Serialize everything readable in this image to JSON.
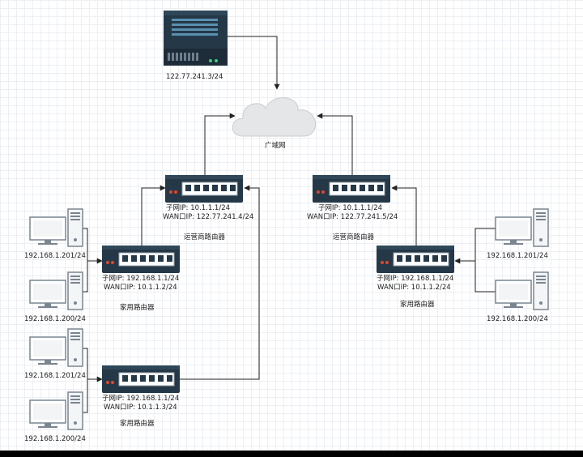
{
  "server": {
    "ip": "122.77.241.3/24"
  },
  "cloud": {
    "label": "广域网"
  },
  "isp_left": {
    "subnet": "子网IP:   10.1.1.1/24",
    "wan": "WAN口IP:  122.77.241.4/24",
    "name": "运营商路由器"
  },
  "isp_right": {
    "subnet": "子网IP:   10.1.1.1/24",
    "wan": "WAN口IP:  122.77.241.5/24",
    "name": "运营商路由器"
  },
  "home_left1": {
    "subnet": "子网IP:   192.168.1.1/24",
    "wan": "WAN口IP:  10.1.1.2/24",
    "name": "家用路由器"
  },
  "home_left2": {
    "subnet": "子网IP:   192.168.1.1/24",
    "wan": "WAN口IP:  10.1.1.3/24",
    "name": "家用路由器"
  },
  "home_right": {
    "subnet": "子网IP:   192.168.1.1/24",
    "wan": "WAN口IP:  10.1.1.2/24",
    "name": "家用路由器"
  },
  "pcs": {
    "l1": "192.168.1.201/24",
    "l2": "192.168.1.200/24",
    "l3": "192.168.1.201/24",
    "l4": "192.168.1.200/24",
    "r1": "192.168.1.201/24",
    "r2": "192.168.1.200/24"
  }
}
